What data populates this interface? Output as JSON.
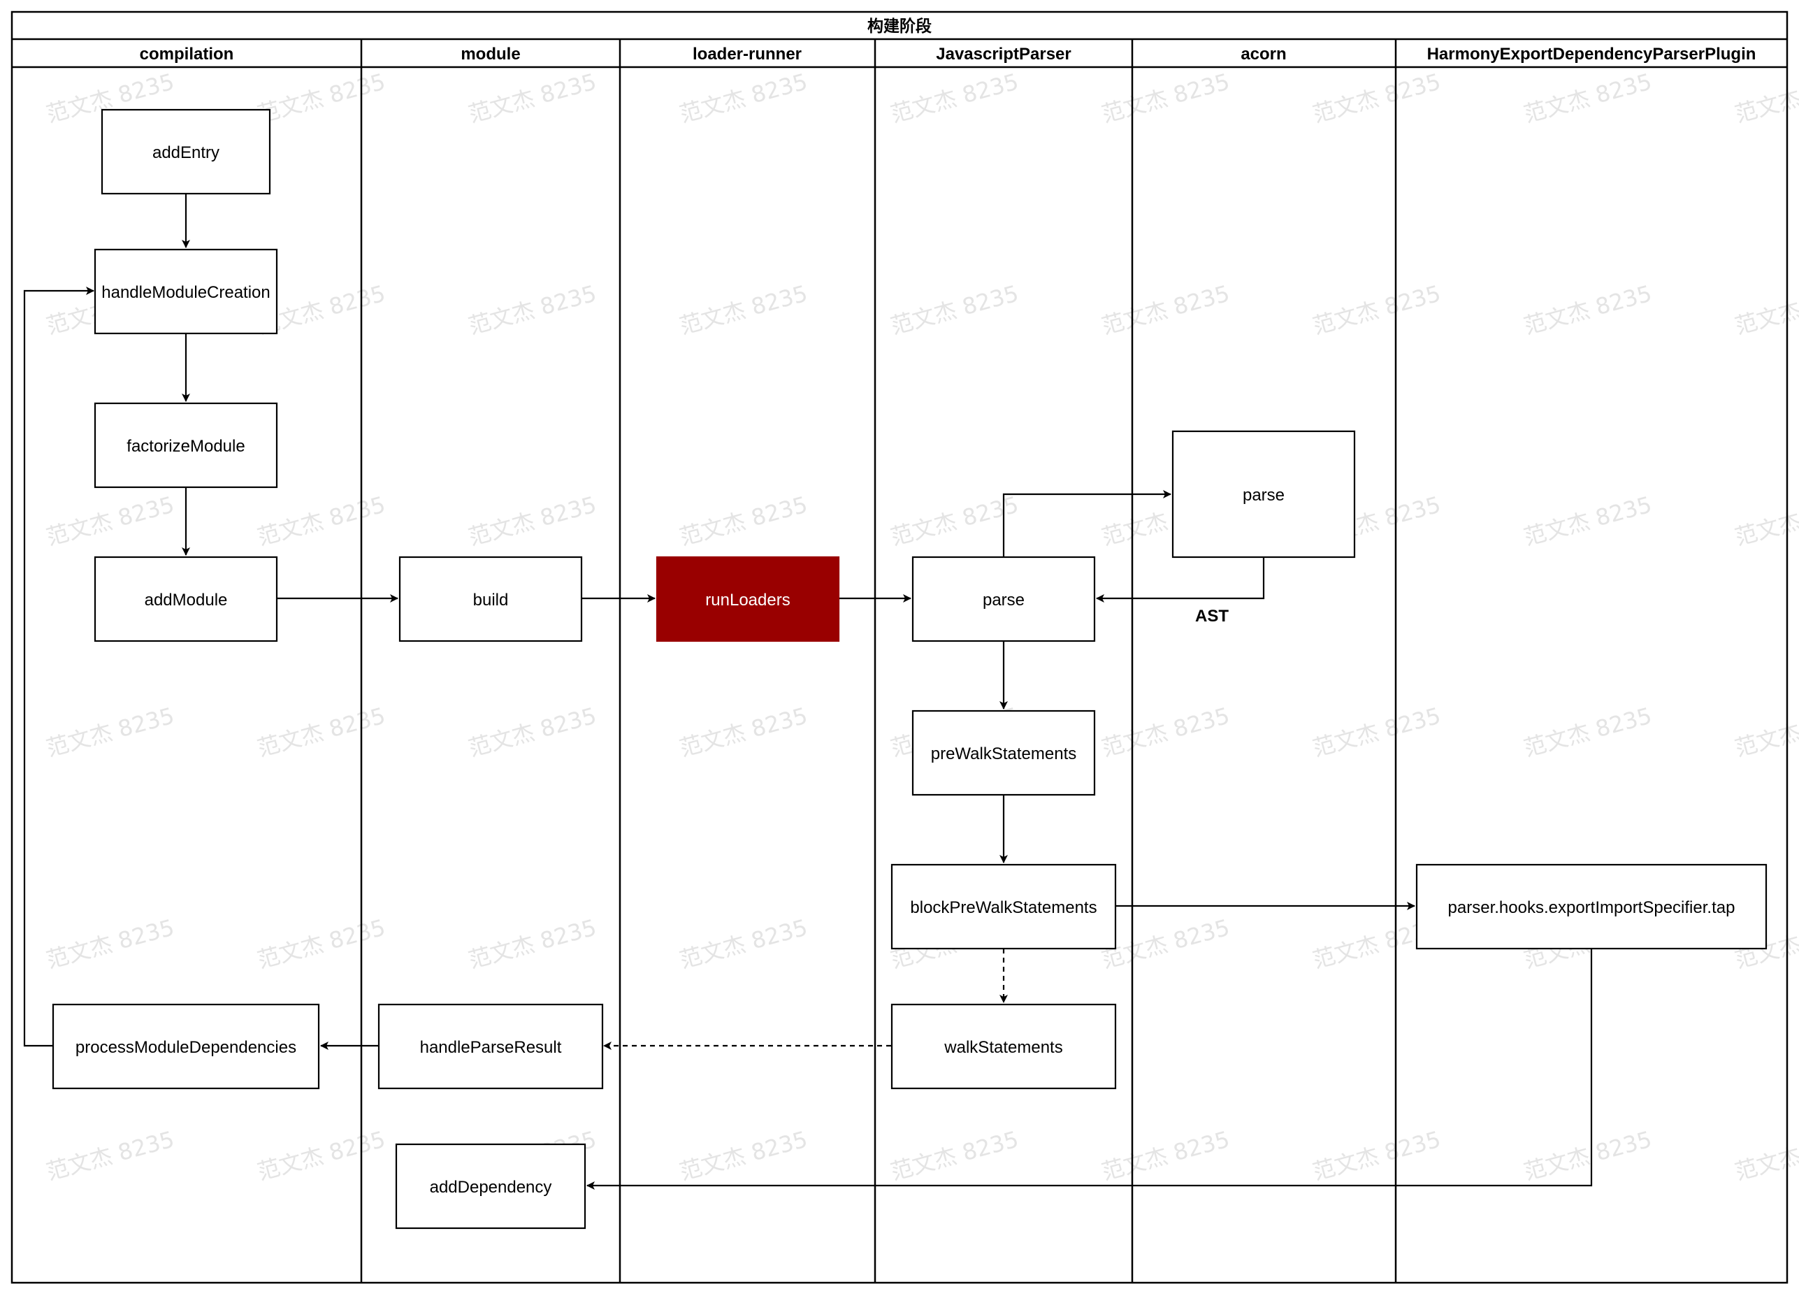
{
  "diagram": {
    "title": "构建阶段",
    "lanes": [
      "compilation",
      "module",
      "loader-runner",
      "JavascriptParser",
      "acorn",
      "HarmonyExportDependencyParserPlugin"
    ],
    "nodes": {
      "addEntry": "addEntry",
      "handleModuleCreation": "handleModuleCreation",
      "factorizeModule": "factorizeModule",
      "addModule": "addModule",
      "processModuleDependencies": "processModuleDependencies",
      "build": "build",
      "handleParseResult": "handleParseResult",
      "addDependency": "addDependency",
      "runLoaders": "runLoaders",
      "jsParse": "parse",
      "preWalkStatements": "preWalkStatements",
      "blockPreWalkStatements": "blockPreWalkStatements",
      "walkStatements": "walkStatements",
      "acornParse": "parse",
      "exportImportSpecifier": "parser.hooks.exportImportSpecifier.tap"
    },
    "edge_labels": {
      "ast": "AST"
    },
    "highlight_color": "#990000",
    "watermark": "范文杰 8235"
  }
}
